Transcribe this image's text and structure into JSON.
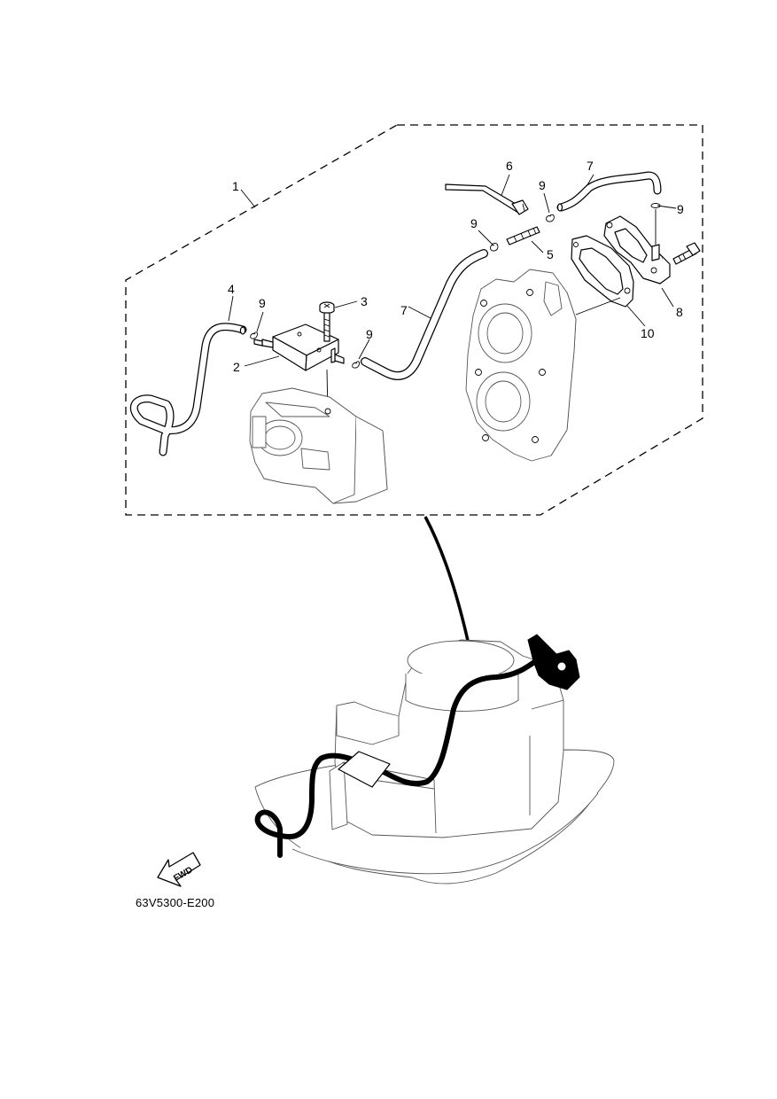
{
  "diagram": {
    "callouts": [
      "1",
      "2",
      "3",
      "4",
      "5",
      "6",
      "7",
      "7",
      "8",
      "9",
      "9",
      "9",
      "9",
      "9",
      "10"
    ],
    "fwd_label": "FWD",
    "code": "63V5300-E200"
  }
}
